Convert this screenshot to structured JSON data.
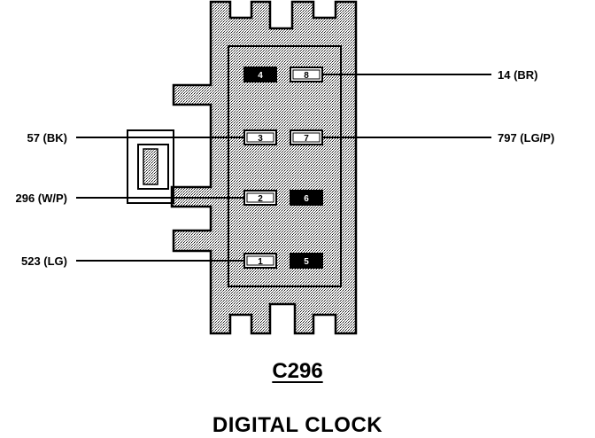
{
  "connector": {
    "id": "C296",
    "component": "DIGITAL CLOCK",
    "colors": {
      "housing": "#c8c8c8",
      "ink": "#000000",
      "paper": "#ffffff"
    },
    "pins": [
      {
        "num": "4",
        "filled": true
      },
      {
        "num": "8",
        "filled": false
      },
      {
        "num": "3",
        "filled": false
      },
      {
        "num": "7",
        "filled": false
      },
      {
        "num": "2",
        "filled": false
      },
      {
        "num": "6",
        "filled": true
      },
      {
        "num": "1",
        "filled": false
      },
      {
        "num": "5",
        "filled": true
      }
    ],
    "wires": [
      {
        "label": "14 (BR)",
        "side": "right",
        "pin": "8"
      },
      {
        "label": "57 (BK)",
        "side": "left",
        "pin": "3"
      },
      {
        "label": "797 (LG/P)",
        "side": "right",
        "pin": "7"
      },
      {
        "label": "296 (W/P)",
        "side": "left",
        "pin": "2"
      },
      {
        "label": "523 (LG)",
        "side": "left",
        "pin": "1"
      }
    ]
  }
}
